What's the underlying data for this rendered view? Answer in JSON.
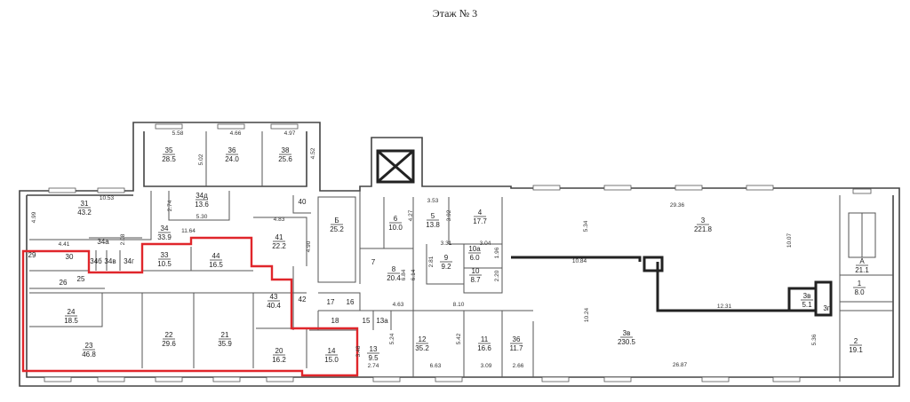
{
  "title": "Этаж № 3",
  "colors": {
    "highlight": "#e0262b",
    "walls": "#444444"
  },
  "rooms": [
    {
      "id": "35",
      "area": "28.5"
    },
    {
      "id": "36",
      "area": "24.0"
    },
    {
      "id": "38",
      "area": "25.6"
    },
    {
      "id": "31",
      "area": "43.2"
    },
    {
      "id": "34д",
      "area": "13.6"
    },
    {
      "id": "34",
      "area": "33.9"
    },
    {
      "id": "41",
      "area": "22.2"
    },
    {
      "id": "30",
      "area": ""
    },
    {
      "id": "34а",
      "area": ""
    },
    {
      "id": "34б",
      "area": ""
    },
    {
      "id": "34в",
      "area": ""
    },
    {
      "id": "34г",
      "area": ""
    },
    {
      "id": "33",
      "area": "10.5"
    },
    {
      "id": "44",
      "area": "16.5"
    },
    {
      "id": "29",
      "area": ""
    },
    {
      "id": "26",
      "area": ""
    },
    {
      "id": "25",
      "area": ""
    },
    {
      "id": "24",
      "area": "18.5"
    },
    {
      "id": "23",
      "area": "46.8"
    },
    {
      "id": "22",
      "area": "29.6"
    },
    {
      "id": "21",
      "area": "35.9"
    },
    {
      "id": "43",
      "area": "40.4"
    },
    {
      "id": "42",
      "area": ""
    },
    {
      "id": "20",
      "area": "16.2"
    },
    {
      "id": "14",
      "area": "15.0"
    },
    {
      "id": "17",
      "area": ""
    },
    {
      "id": "16",
      "area": ""
    },
    {
      "id": "18",
      "area": ""
    },
    {
      "id": "15",
      "area": ""
    },
    {
      "id": "13а",
      "area": ""
    },
    {
      "id": "13",
      "area": "9.5"
    },
    {
      "id": "Б",
      "area": "25.2"
    },
    {
      "id": "6",
      "area": "10.0"
    },
    {
      "id": "5",
      "area": "13.8"
    },
    {
      "id": "4",
      "area": "17.7"
    },
    {
      "id": "7",
      "area": ""
    },
    {
      "id": "8",
      "area": "20.4"
    },
    {
      "id": "9",
      "area": "9.2"
    },
    {
      "id": "10а",
      "area": "6.0"
    },
    {
      "id": "10",
      "area": "8.7"
    },
    {
      "id": "12",
      "area": "35.2"
    },
    {
      "id": "11",
      "area": "16.6"
    },
    {
      "id": "36",
      "area": "11.7"
    },
    {
      "id": "3",
      "area": "221.8"
    },
    {
      "id": "3в",
      "area": "230.5"
    },
    {
      "id": "3в",
      "area": "5.1"
    },
    {
      "id": "3г",
      "area": ""
    },
    {
      "id": "А",
      "area": "21.1"
    },
    {
      "id": "1",
      "area": "8.0"
    },
    {
      "id": "2",
      "area": "19.1"
    },
    {
      "id": "40",
      "area": ""
    }
  ],
  "dimensions": [
    "5.58",
    "4.66",
    "4.97",
    "5.02",
    "4.52",
    "10.53",
    "4.99",
    "2.74",
    "5.30",
    "11.64",
    "4.83",
    "4.90",
    "4.41",
    "2.08",
    "3.48",
    "2.74",
    "4.63",
    "8.10",
    "6.63",
    "3.09",
    "2.66",
    "5.24",
    "5.42",
    "3.53",
    "3.92",
    "4.27",
    "3.31",
    "3.04",
    "1.96",
    "2.20",
    "2.81",
    "6.14",
    "6.84",
    "29.36",
    "5.34",
    "10.84",
    "10.07",
    "12.31",
    "10.24",
    "26.87",
    "5.36"
  ]
}
